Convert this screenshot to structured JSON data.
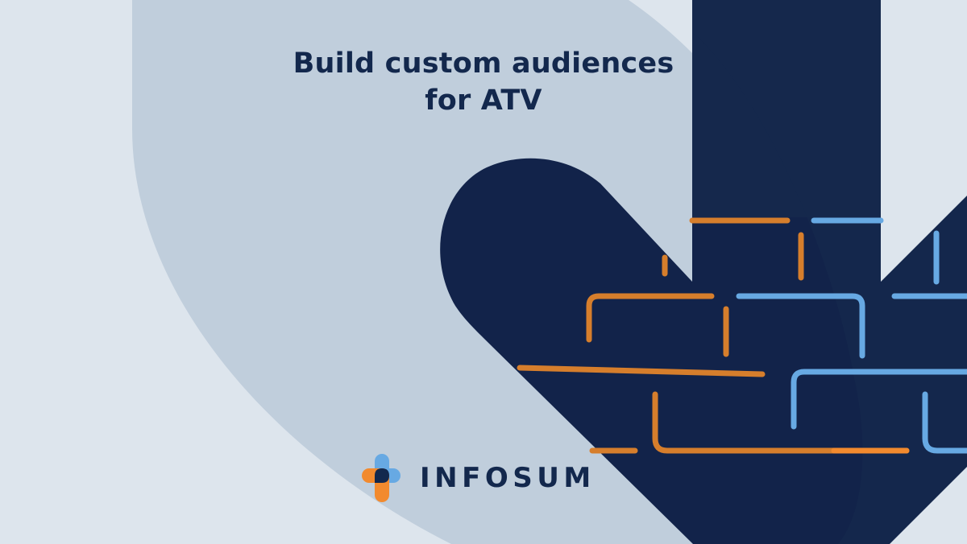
{
  "banner": {
    "headline": {
      "line1": "Build custom audiences",
      "line2": "for ATV"
    },
    "brand": {
      "name": "INFOSUM",
      "icon": "infosum-cross-logo-icon"
    }
  },
  "colors": {
    "background": "#dde5ed",
    "pale_shape": "#c0cedc",
    "navy": "#12234a",
    "navy_alt": "#15284c",
    "orange": "#d67e2c",
    "orange_bright": "#f28a2e",
    "blue": "#67a9e3",
    "text": "#13284d"
  }
}
